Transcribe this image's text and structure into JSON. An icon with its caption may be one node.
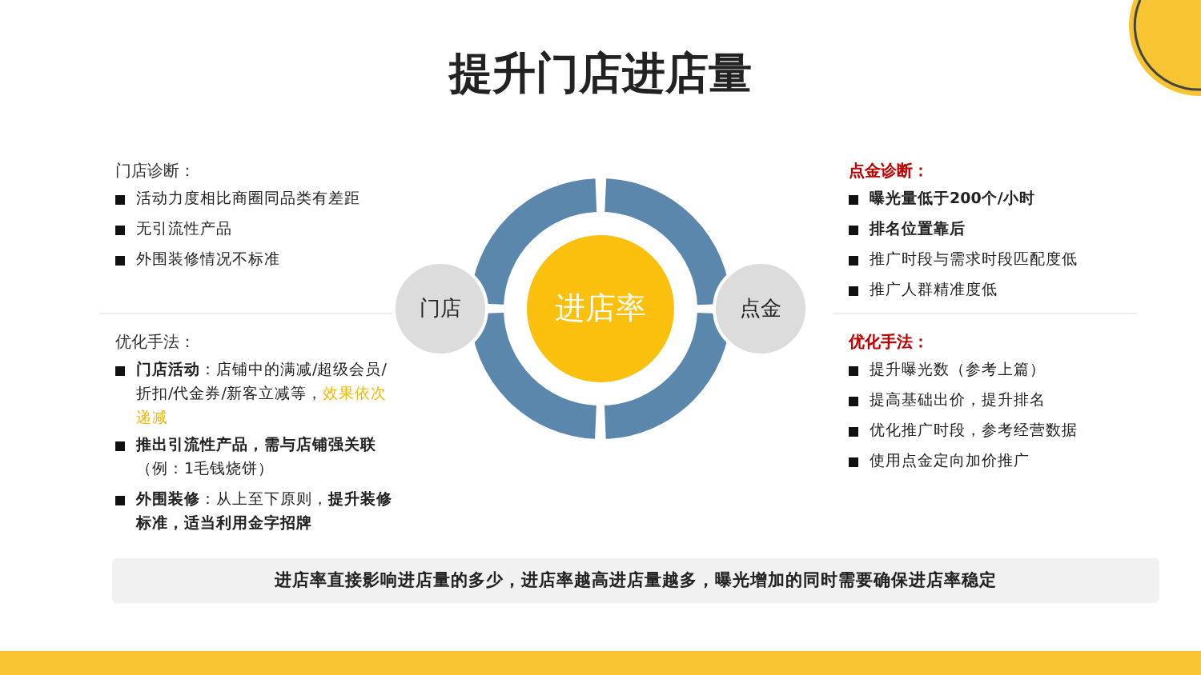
{
  "diagram": {
    "title": "提升门店进店量",
    "nodes": [
      {
        "text": [
          "进店率"
        ]
      },
      {
        "text": [
          "门店"
        ]
      },
      {
        "text": [
          "点金"
        ]
      }
    ],
    "labels": [
      "门店诊断：",
      "活动力度相比商圈同品类有差距",
      "无引流性产品",
      "外围装修情况不标准",
      "点金诊断：",
      "曝光量低于200个/小时",
      "排名位置靠后",
      "推广时段与需求时段匹配度低",
      "推广人群精准度低",
      "优化手法：",
      "**门店活动**：店铺中的满减/超级会员/折扣/代金券/新客立减等，*效果依次递减*",
      "**推出引流性产品，需与店铺强关联**（例：1毛钱烧饼）",
      "**外围装修**：从上至下原则，**提升装修标准，适当利用金字招牌**",
      "优化手法：",
      "提升曝光数（参考上篇）",
      "提高基础出价，提升排名",
      "优化推广时段，参考经营数据",
      "使用点金定向加价推广",
      "进店率直接影响进店量的多少，进店率越高进店量越多，曝光增加的同时需要确保进店率稳定"
    ]
  }
}
